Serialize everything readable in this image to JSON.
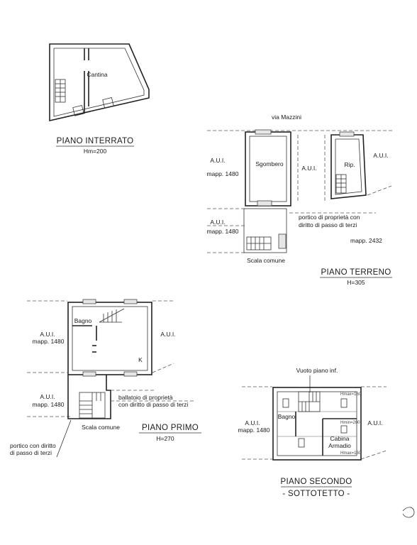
{
  "plans": {
    "interrato": {
      "title": "PIANO INTERRATO",
      "height": "Hm=200",
      "room": "Cantina"
    },
    "terreno": {
      "street": "via Mazzini",
      "title": "PIANO TERRENO",
      "height": "H=305",
      "room_left": "Sgombero",
      "room_right": "Rip.",
      "aui": "A.U.I.",
      "mapp": "mapp. 1480",
      "portico_line1": "portico di proprietà con",
      "portico_line2": "diritto di passo di terzi",
      "mapp_2432": "mapp. 2432",
      "scala": "Scala comune"
    },
    "primo": {
      "title": "PIANO PRIMO",
      "height": "H=270",
      "bagno": "Bagno",
      "k": "K",
      "aui": "A.U.I.",
      "mapp": "mapp. 1480",
      "ballatoio_line1": "ballatoio di proprietà",
      "ballatoio_line2": "con diritto di passo di terzi",
      "scala": "Scala comune",
      "portico_line1": "portico con diritto",
      "portico_line2": "di passo di terzi"
    },
    "secondo": {
      "title": "PIANO SECONDO",
      "subtitle": "- SOTTOTETTO -",
      "vuoto": "Vuoto piano inf.",
      "bagno": "Bagno",
      "cabina": "Cabina",
      "armadio": "Armadio",
      "aui": "A.U.I.",
      "mapp": "mapp. 1480",
      "h_top": "Hmax=160",
      "h_mid": "Hmin=200",
      "h_bot": "Hmax=160"
    }
  }
}
